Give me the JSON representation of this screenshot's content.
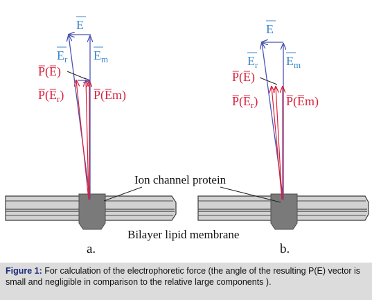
{
  "colors": {
    "blue_vector": "#3a86c8",
    "red_vector": "#d8203c",
    "arrow_blue": "#4a55b5",
    "membrane_fill": "#d2d2d2",
    "membrane_line": "#3a3a3a",
    "protein_fill": "#7a7a7a",
    "caption_bg": "#dcdcdc"
  },
  "labels": {
    "E": "E",
    "Er_base": "E",
    "Er_sub": "r",
    "Em_base": "E",
    "Em_sub": "m",
    "PE": "P̅(E̅)",
    "PEr_pre": "P̅(E̅",
    "PEr_sub": "r",
    "PEr_post": ")",
    "PEm": "P̅(E̅m)",
    "ion_channel": "Ion channel protein",
    "bilayer": "Bilayer lipid membrane",
    "panel_a": "a.",
    "panel_b": "b."
  },
  "caption": {
    "bold": "Figure 1:",
    "text": " For calculation of the electrophoretic force (the angle of the resulting P(E) vector is small and negligible in comparison to the relative large components )."
  }
}
